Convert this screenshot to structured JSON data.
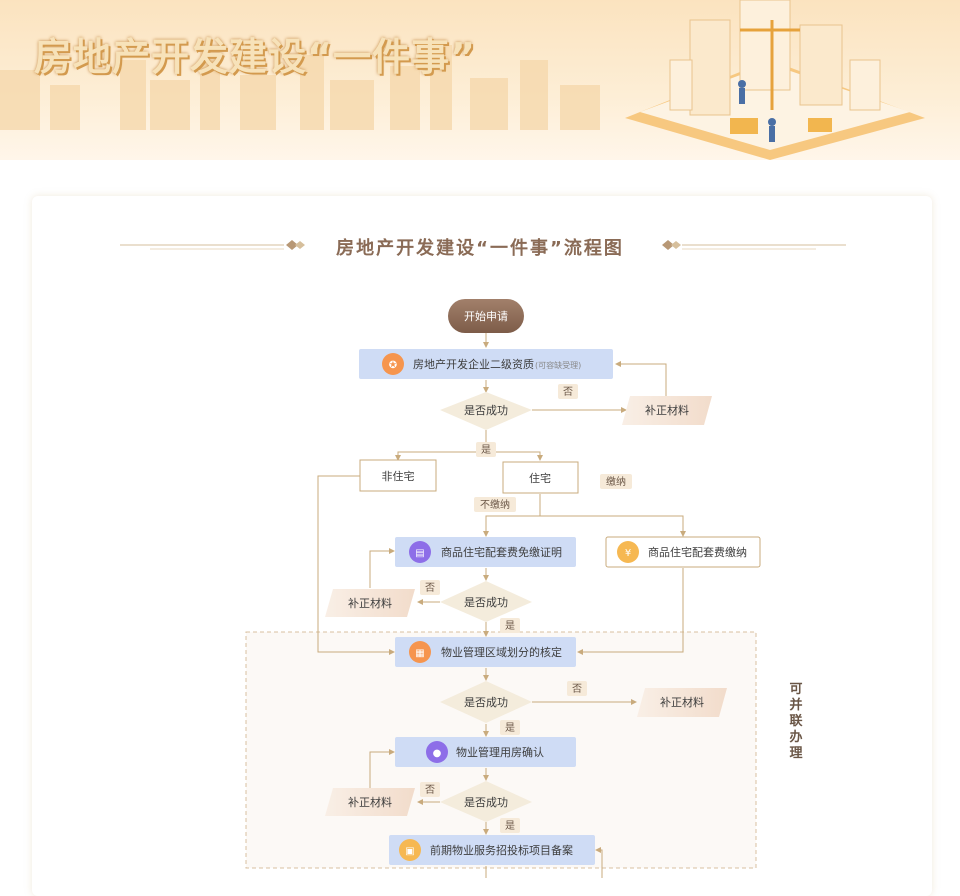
{
  "banner": {
    "title": "房地产开发建设“一件事”"
  },
  "section": {
    "title": "房地产开发建设“一件事”流程图"
  },
  "flow": {
    "start": "开始申请",
    "step_qualification": "房地产开发企业二级资质",
    "step_qualification_note": "(可容缺受理)",
    "decision": "是否成功",
    "supplement": "补正材料",
    "yes": "是",
    "no": "否",
    "non_residential": "非住宅",
    "residential": "住宅",
    "pay": "缴纳",
    "no_pay": "不缴纳",
    "step_exemption": "商品住宅配套费免缴证明",
    "step_payment": "商品住宅配套费缴纳",
    "step_area": "物业管理区域划分的核定",
    "step_housing": "物业管理用房确认",
    "step_tender": "前期物业服务招投标项目备案",
    "parallel_label": "可并联办理"
  },
  "colors": {
    "brown": "#8e6b58",
    "step_fill": "#cfdcf5",
    "decision_fill": "#f4ecdc",
    "line": "#c9ab7d",
    "tag_fill": "#f6ead9"
  }
}
